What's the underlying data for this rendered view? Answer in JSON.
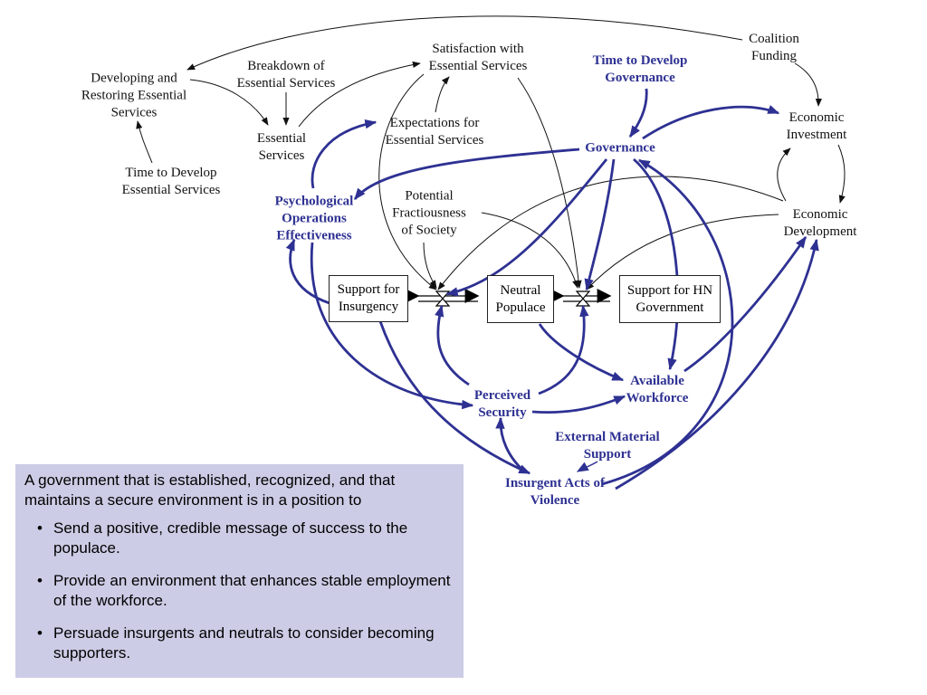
{
  "colors": {
    "thin": "#111111",
    "thick": "#2e3192",
    "box": "#cccce6"
  },
  "nodes": {
    "coalition_funding": "Coalition\nFunding",
    "developing_restoring": "Developing and\nRestoring Essential\nServices",
    "breakdown": "Breakdown of\nEssential Services",
    "satisfaction": "Satisfaction with\nEssential Services",
    "time_develop_governance": "Time to Develop\nGovernance",
    "economic_investment": "Economic\nInvestment",
    "essential_services": "Essential\nServices",
    "expectations": "Expectations for\nEssential Services",
    "governance": "Governance",
    "time_develop_essential": "Time to Develop\nEssential Services",
    "psyops": "Psychological\nOperations\nEffectiveness",
    "potential_fractiousness": "Potential\nFractiousness\nof Society",
    "economic_development": "Economic\nDevelopment",
    "support_insurgency": "Support for\nInsurgency",
    "neutral_populace": "Neutral\nPopulace",
    "support_hn": "Support for HN\nGovernment",
    "available_workforce": "Available\nWorkforce",
    "perceived_security": "Perceived\nSecurity",
    "external_material": "External Material\nSupport",
    "insurgent_acts": "Insurgent Acts of\nViolence"
  },
  "info": {
    "intro": "A government that is established, recognized, and that maintains a secure environment is in a position to",
    "bullets": [
      "Send a positive, credible message of success to the populace.",
      "Provide an environment that enhances stable employment of the workforce.",
      "Persuade insurgents and neutrals to consider becoming supporters."
    ]
  }
}
